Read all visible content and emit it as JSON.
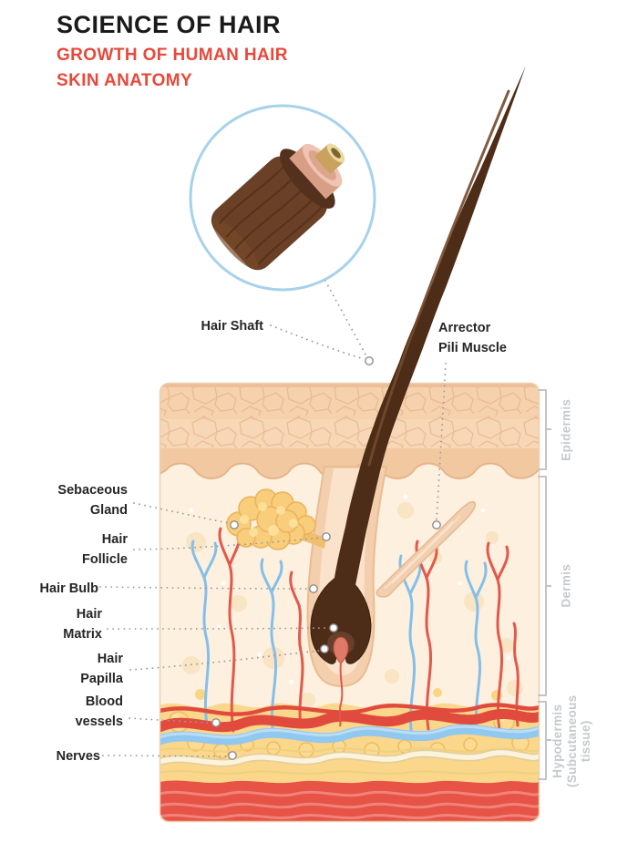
{
  "header": {
    "title": "SCIENCE OF HAIR",
    "subtitle_1": "GROWTH OF HUMAN HAIR",
    "subtitle_2": "SKIN ANATOMY"
  },
  "callouts": {
    "hair_shaft": "Hair Shaft",
    "arrector_pili": "Arrector\nPili Muscle",
    "sebaceous_gland": "Sebaceous\nGland",
    "hair_follicle": "Hair\nFollicle",
    "hair_bulb": "Hair Bulb",
    "hair_matrix": "Hair\nMatrix",
    "hair_papilla": "Hair\nPapilla",
    "blood_vessels": "Blood\nvessels",
    "nerves": "Nerves"
  },
  "skin_layers": {
    "epidermis": "Epidermis",
    "dermis": "Dermis",
    "hypodermis": "Hypodermis\n(Subcutaneous\ntissue)"
  },
  "theme": {
    "accent_red": "#E8483A",
    "title_color": "#1A1A1A",
    "layer_label_gray": "#C6C9CC",
    "inset_ring_blue": "#A7D2EB",
    "hair_brown": "#4D2C18",
    "artery_red": "#E14B3D",
    "vein_blue": "#90C8F0"
  }
}
